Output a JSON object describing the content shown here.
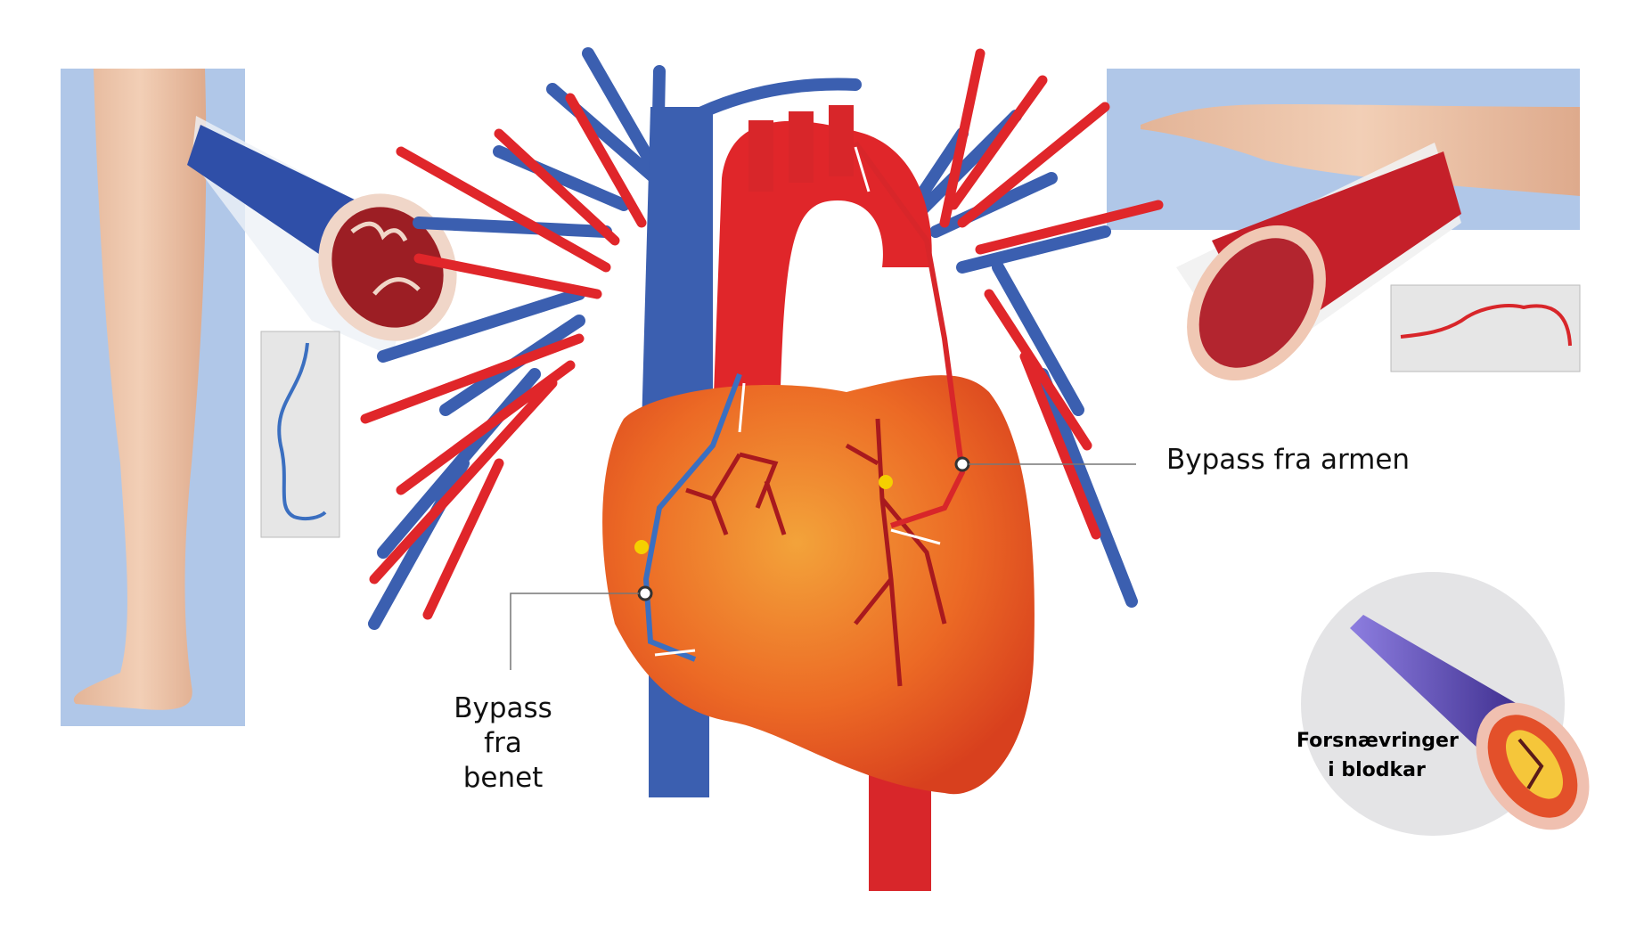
{
  "labels": {
    "arm_bypass": "Bypass fra armen",
    "leg_bypass_line1": "Bypass fra",
    "leg_bypass_line2": "benet",
    "narrowing_line1": "Forsnævringer",
    "narrowing_line2": "i blodkar"
  },
  "colors": {
    "panel_blue": "#b0c7e8",
    "vein_blue": "#3b5fb0",
    "artery_red": "#e0262a",
    "heart_orange": "#ee7a2a",
    "graft_gray_box": "#e6e6e6",
    "marker_yellow": "#f5d000"
  }
}
